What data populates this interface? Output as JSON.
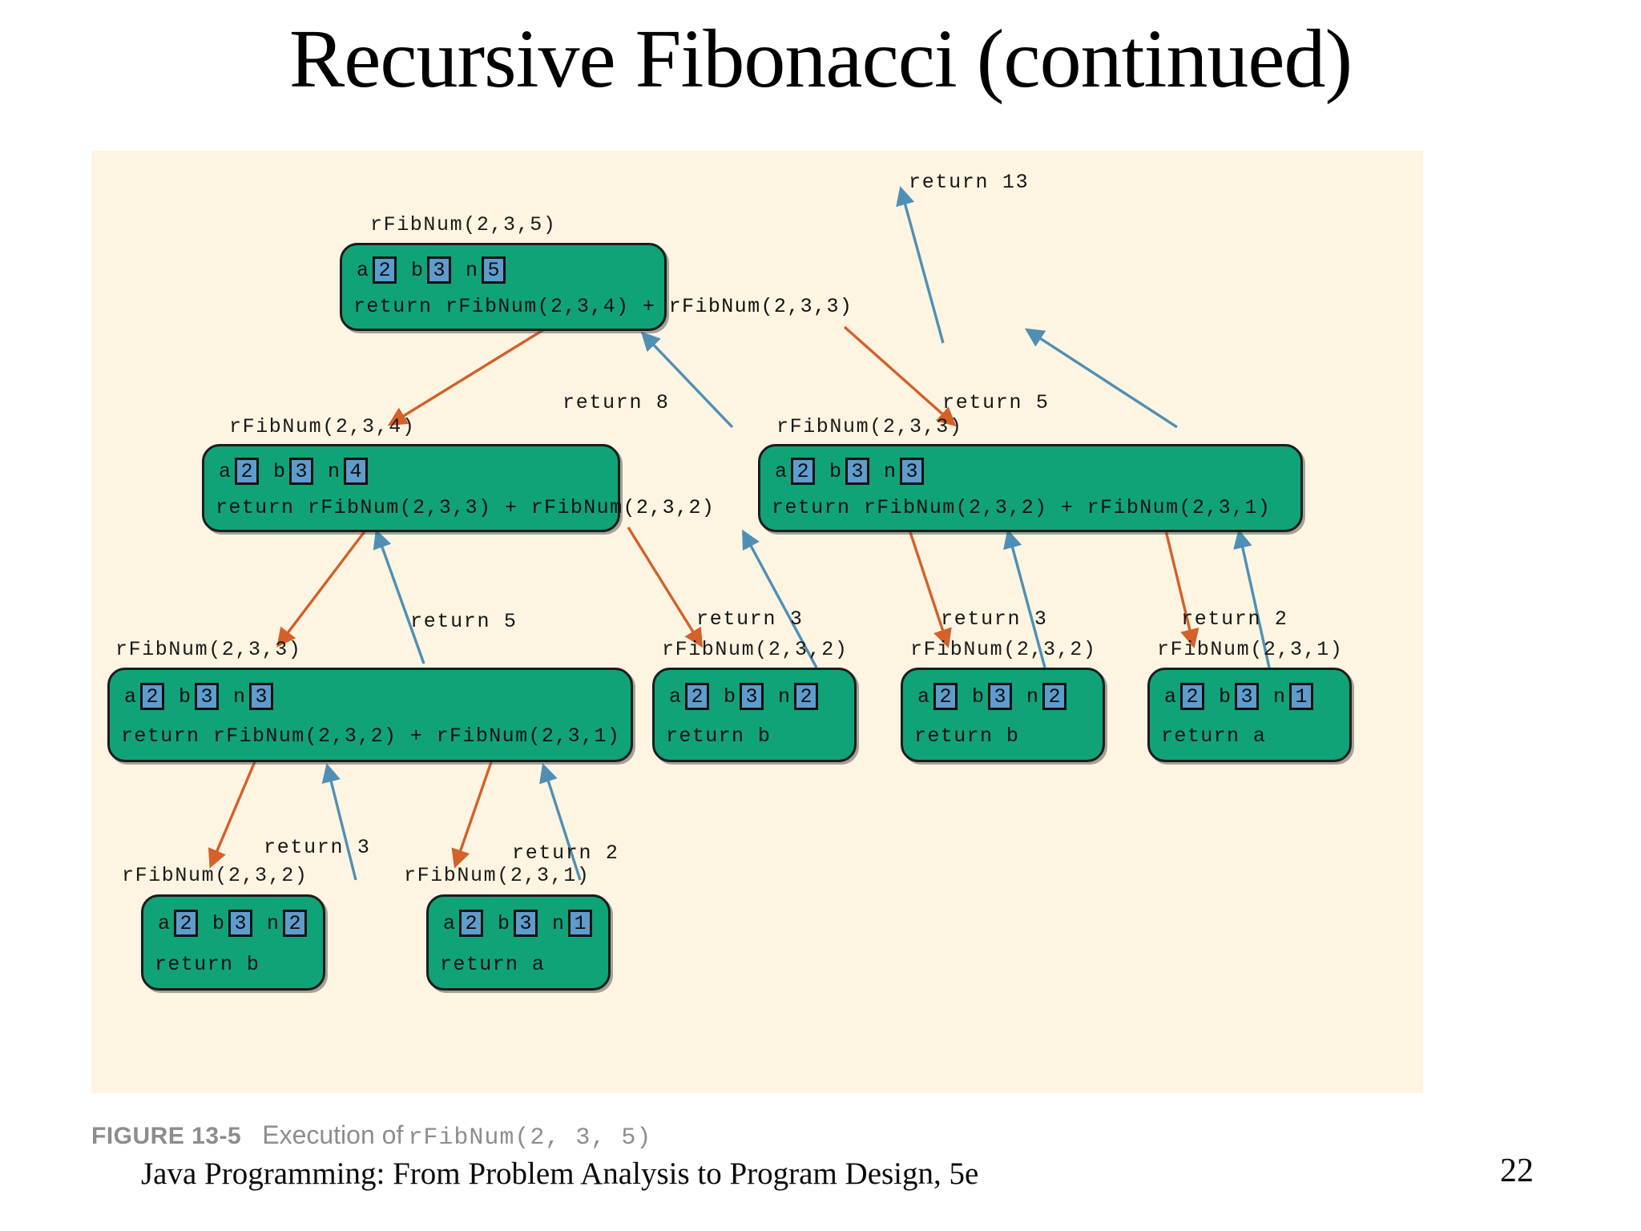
{
  "slide": {
    "title": "Recursive Fibonacci (continued)",
    "page_number": "22",
    "footer": "Java Programming: From Problem Analysis to Program Design, 5e",
    "colors": {
      "node_fill": "#10a378",
      "var_cell_fill": "#5e9ccd",
      "panel_bg": "#fdf5e2",
      "call_arrow": "#d4602a",
      "return_arrow": "#4f8fb5"
    }
  },
  "figure": {
    "label": "FIGURE 13-5",
    "caption_text": "Execution of",
    "caption_code": "rFibNum(2, 3, 5)"
  },
  "nodes": [
    {
      "id": "n0",
      "caption": "rFibNum(2,3,5)",
      "a": "2",
      "b": "3",
      "n": "5",
      "return": "return rFibNum(2,3,4) + rFibNum(2,3,3)"
    },
    {
      "id": "n1",
      "caption": "rFibNum(2,3,4)",
      "a": "2",
      "b": "3",
      "n": "4",
      "return": "return rFibNum(2,3,3) + rFibNum(2,3,2)"
    },
    {
      "id": "n2",
      "caption": "rFibNum(2,3,3)",
      "a": "2",
      "b": "3",
      "n": "3",
      "return": "return rFibNum(2,3,2) + rFibNum(2,3,1)"
    },
    {
      "id": "n3",
      "caption": "rFibNum(2,3,3)",
      "a": "2",
      "b": "3",
      "n": "3",
      "return": "return rFibNum(2,3,2) + rFibNum(2,3,1)"
    },
    {
      "id": "n4",
      "caption": "rFibNum(2,3,2)",
      "a": "2",
      "b": "3",
      "n": "2",
      "return": "return b"
    },
    {
      "id": "n5",
      "caption": "rFibNum(2,3,2)",
      "a": "2",
      "b": "3",
      "n": "2",
      "return": "return b"
    },
    {
      "id": "n6",
      "caption": "rFibNum(2,3,1)",
      "a": "2",
      "b": "3",
      "n": "1",
      "return": "return a"
    },
    {
      "id": "n7",
      "caption": "rFibNum(2,3,2)",
      "a": "2",
      "b": "3",
      "n": "2",
      "return": "return b"
    },
    {
      "id": "n8",
      "caption": "rFibNum(2,3,1)",
      "a": "2",
      "b": "3",
      "n": "1",
      "return": "return a"
    }
  ],
  "edge_labels": [
    {
      "id": "e_top",
      "text": "return 13"
    },
    {
      "id": "e_l1a",
      "text": "return 8"
    },
    {
      "id": "e_l1b",
      "text": "return 5"
    },
    {
      "id": "e_l2a",
      "text": "return 5"
    },
    {
      "id": "e_l2b",
      "text": "return 3"
    },
    {
      "id": "e_l2c",
      "text": "return 3"
    },
    {
      "id": "e_l2d",
      "text": "return 2"
    },
    {
      "id": "e_l3a",
      "text": "return 3"
    },
    {
      "id": "e_l3b",
      "text": "return 2"
    }
  ],
  "labels": {
    "var_a": "a",
    "var_b": "b",
    "var_n": "n"
  }
}
